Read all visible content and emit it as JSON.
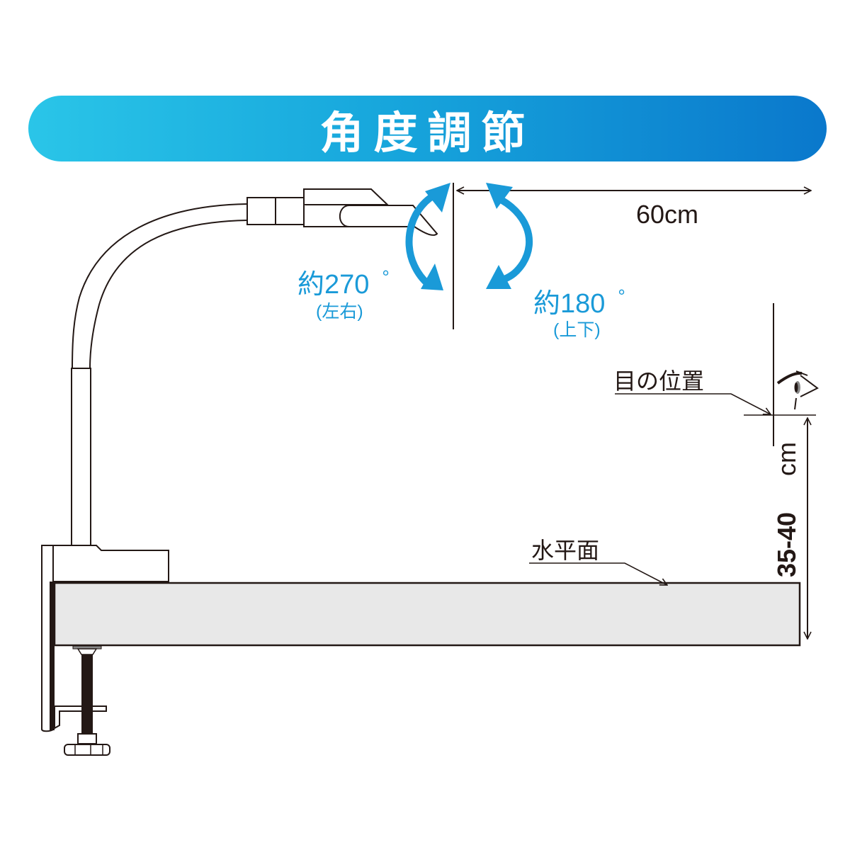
{
  "banner": {
    "title": "角度調節",
    "gradient_start": "#2ac5e8",
    "gradient_end": "#0a78cc"
  },
  "rotation_horizontal": {
    "label": "約270",
    "degree_symbol": "°",
    "sublabel": "(左右)",
    "color": "#1a9ad8"
  },
  "rotation_vertical": {
    "label": "約180",
    "degree_symbol": "°",
    "sublabel": "(上下)",
    "color": "#1a9ad8"
  },
  "dimensions": {
    "horizontal_distance": "60cm",
    "eye_height": "35-40",
    "eye_height_unit": "cm"
  },
  "annotations": {
    "eye_position": "目の位置",
    "horizontal_plane": "水平面"
  },
  "colors": {
    "line": "#231815",
    "desk_fill": "#e8e8e8",
    "accent_blue": "#1a9ad8"
  }
}
